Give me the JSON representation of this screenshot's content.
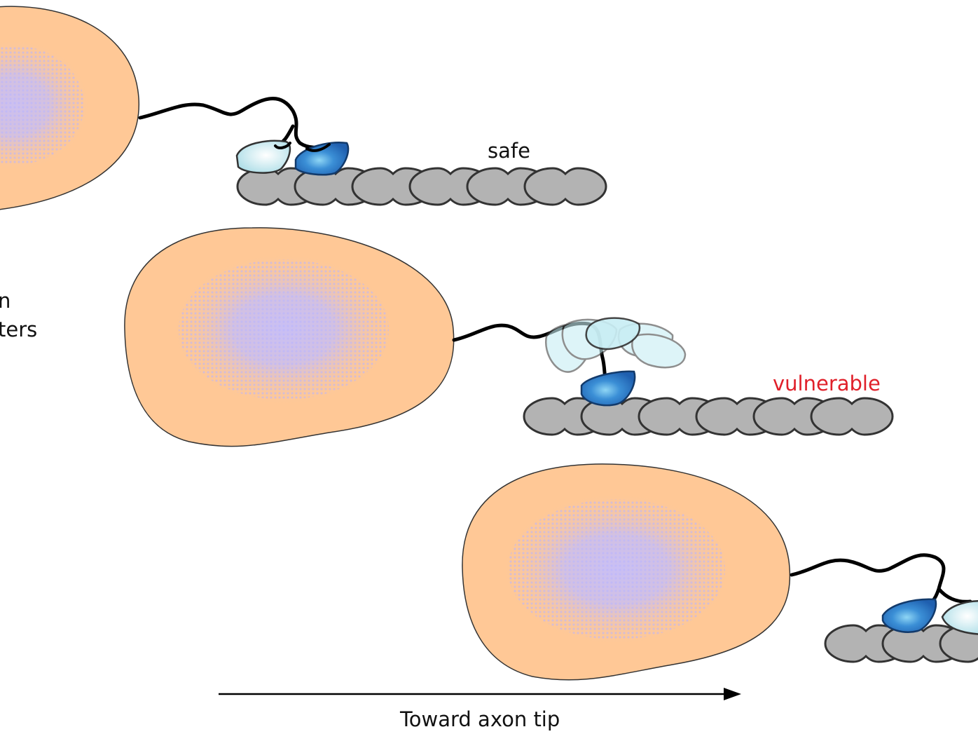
{
  "labels": {
    "safe": "safe",
    "vulnerable": "vulnerable",
    "direction": "Toward axon tip",
    "left_fragment_line1": "n",
    "left_fragment_line2": "ters"
  },
  "colors": {
    "cargo_fill": "#FFC896",
    "cargo_core": "#C3BEFF",
    "microtubule_fill": "#B3B3B3",
    "motor_head_bound": "#2A78C4",
    "motor_head_free": "#C8EEF4",
    "tether": "#000000",
    "vulnerable_text": "#E0202A",
    "safe_text": "#111111"
  }
}
